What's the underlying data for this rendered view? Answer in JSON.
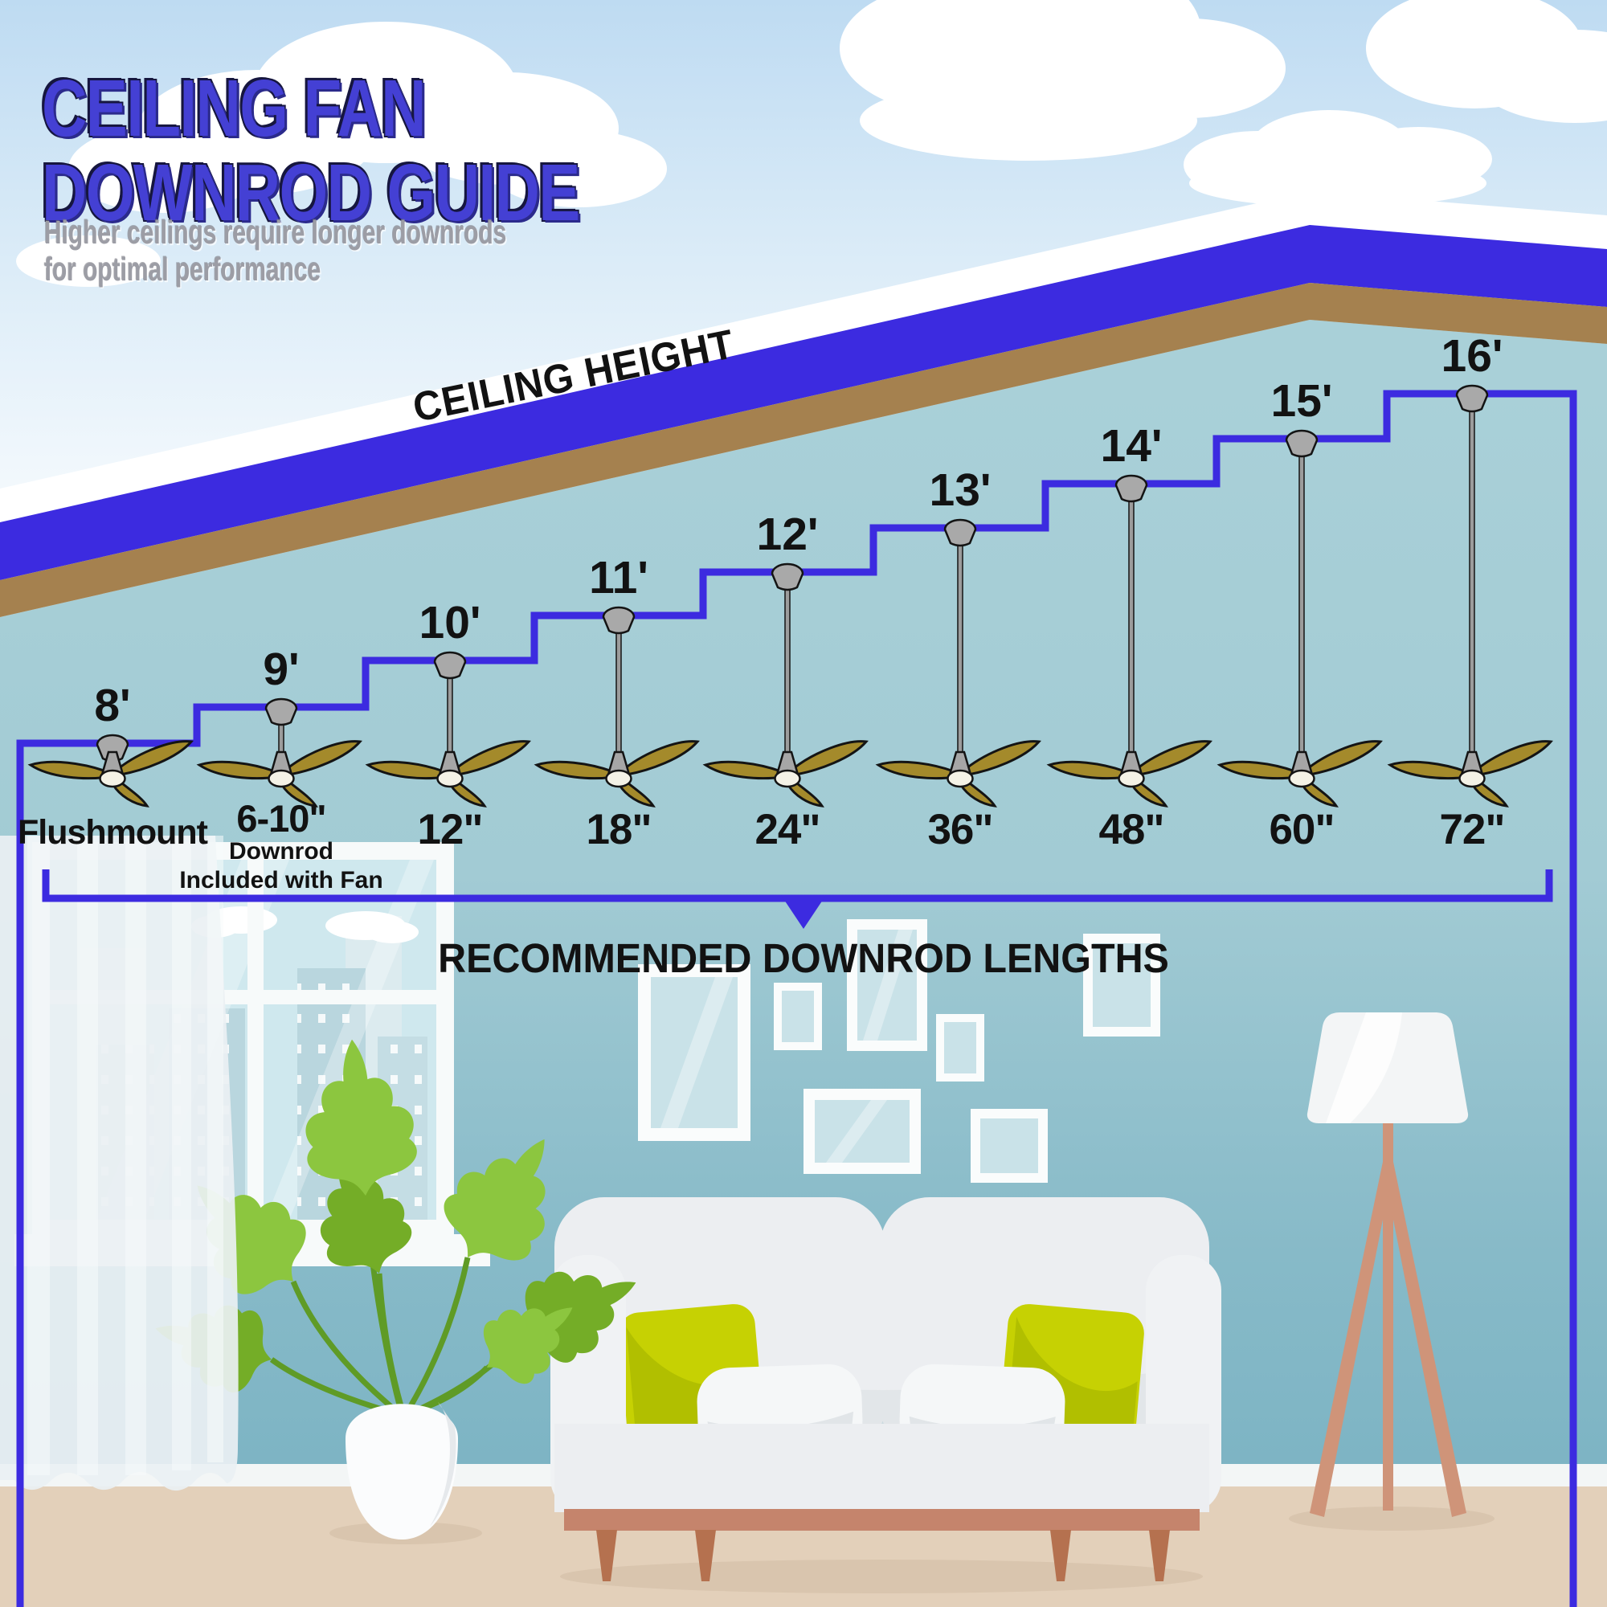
{
  "title": {
    "line1": "CEILING FAN",
    "line2": "DOWNROD GUIDE"
  },
  "subtitle": {
    "line1": "Higher ceilings require longer downrods",
    "line2": "for optimal performance"
  },
  "ceiling_height_label": "CEILING HEIGHT",
  "recommended_label": "RECOMMENDED DOWNROD LENGTHS",
  "steps": [
    {
      "height": "8'",
      "downrod": "Flushmount"
    },
    {
      "height": "9'",
      "downrod": "6-10\"",
      "note_line1": "Downrod",
      "note_line2": "Included with Fan"
    },
    {
      "height": "10'",
      "downrod": "12\""
    },
    {
      "height": "11'",
      "downrod": "18\""
    },
    {
      "height": "12'",
      "downrod": "24\""
    },
    {
      "height": "13'",
      "downrod": "36\""
    },
    {
      "height": "14'",
      "downrod": "48\""
    },
    {
      "height": "15'",
      "downrod": "60\""
    },
    {
      "height": "16'",
      "downrod": "72\""
    }
  ],
  "colors": {
    "accent_blue": "#3c2be0",
    "roof_brown": "#a5814f",
    "wall_top": "#a9d0d8",
    "wall_bottom": "#7db4c4",
    "floor": "#e3d0ba",
    "fan_blade": "#a48a2b",
    "pillow_yellow": "#c6d103",
    "title_blue": "#4440d4",
    "subtitle_gray": "#9c9da5"
  }
}
